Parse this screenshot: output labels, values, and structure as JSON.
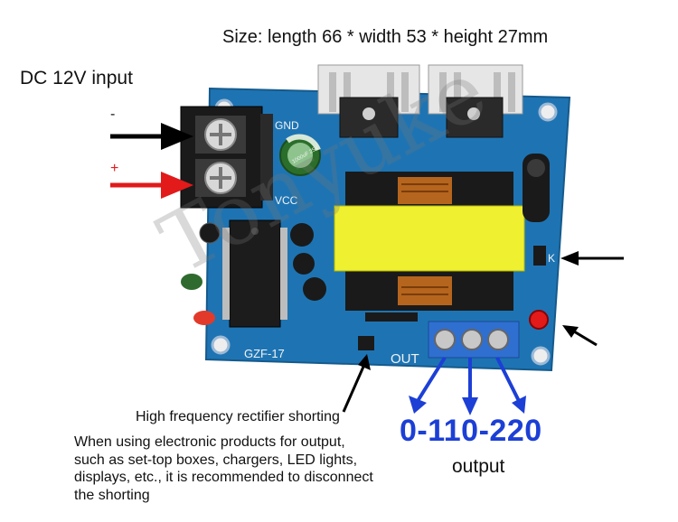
{
  "captions": {
    "size": "Size: length 66 * width 53 * height 27mm",
    "dc_input": "DC 12V input",
    "minus": "-",
    "plus": "+",
    "rectifier": "High frequency rectifier shorting",
    "description_lines": [
      "When using electronic products for output,",
      "such as set-top boxes, chargers, LED lights,",
      "displays, etc., it is recommended to disconnect",
      "the shorting"
    ],
    "voltages": "0-110-220",
    "output": "output"
  },
  "board_markings": {
    "gnd": "GND",
    "vcc": "VCC",
    "model": "GZF-17",
    "out": "OUT",
    "k": "K",
    "cap_value": "1000uF 25V"
  },
  "watermark": "Tonyuke",
  "colors": {
    "pcb": "#1f78b4",
    "terminal_black": "#1a1a1a",
    "terminal_blue": "#2f6fd0",
    "arrow_black": "#000000",
    "arrow_red": "#e21a1a",
    "arrow_blue": "#1c3fd6",
    "transformer_yellow": "#f0f030"
  }
}
